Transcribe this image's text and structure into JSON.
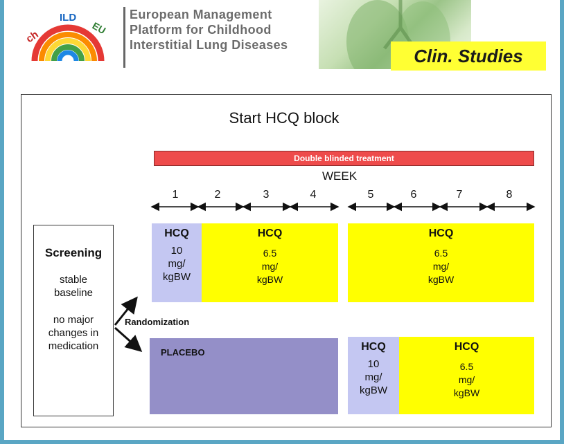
{
  "header": {
    "org_lines": [
      "European Management",
      "Platform for Childhood",
      "Interstitial Lung Diseases"
    ],
    "logo_text": "chILD EU",
    "section_label": "Clin. Studies"
  },
  "diagram": {
    "title": "Start HCQ block",
    "treatment_bar": "Double blinded treatment",
    "week_label": "WEEK",
    "weeks": [
      "1",
      "2",
      "3",
      "4",
      "5",
      "6",
      "7",
      "8"
    ],
    "screening": {
      "title": "Screening",
      "line1": "stable",
      "line2": "baseline",
      "line3": "no major",
      "line4": "changes in",
      "line5": "medication"
    },
    "randomization": "Randomization",
    "top_arm": {
      "b1": {
        "drug": "HCQ",
        "d1": "10",
        "d2": "mg/",
        "d3": "kgBW"
      },
      "b2": {
        "drug": "HCQ",
        "d1": "6.5",
        "d2": "mg/",
        "d3": "kgBW"
      },
      "b3": {
        "drug": "HCQ",
        "d1": "6.5",
        "d2": "mg/",
        "d3": "kgBW"
      }
    },
    "bottom_arm": {
      "placebo": "PLACEBO",
      "b1": {
        "drug": "HCQ",
        "d1": "10",
        "d2": "mg/",
        "d3": "kgBW"
      },
      "b2": {
        "drug": "HCQ",
        "d1": "6.5",
        "d2": "mg/",
        "d3": "kgBW"
      }
    },
    "colors": {
      "treatment_bar": "#ee4b4b",
      "hcq_loading": "#c4c7f2",
      "hcq_maintenance": "#ffff00",
      "placebo": "#948fc8",
      "header_accent": "#ffff33"
    }
  }
}
